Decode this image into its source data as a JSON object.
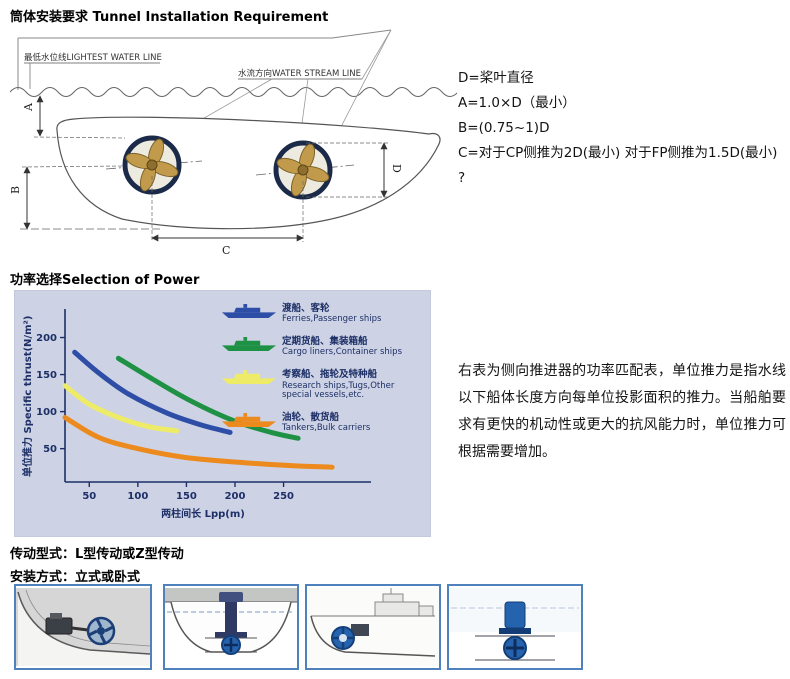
{
  "titles": {
    "tunnel": "筒体安装要求 Tunnel Installation Requirement",
    "power": "功率选择Selection of Power",
    "drive": "传动型式：L型传动或Z型传动",
    "mount": "安装方式：立式或卧式"
  },
  "drawing": {
    "waterline_label": "最低水位线LIGHTEST WATER LINE",
    "stream_label": "水流方向WATER STREAM LINE",
    "dims": {
      "a": "A",
      "b": "B",
      "c": "C",
      "d": "D"
    }
  },
  "notes": {
    "line1": "D=桨叶直径",
    "line2": "A=1.0×D（最小）",
    "line3": "B=(0.75~1)D",
    "line4": "C=对于CP侧推为2D(最小) 对于FP侧推为1.5D(最小)",
    "line5": "?"
  },
  "power_text": "右表为侧向推进器的功率匹配表，单位推力是指水线以下船体长度方向每单位投影面积的推力。当船舶要求有更快的机动性或更大的抗风能力时，单位推力可根据需要增加。",
  "colors": {
    "thumb_border": "#4f81bd"
  },
  "chart_data": {
    "type": "line",
    "title": "",
    "xlabel": "两柱间长 Lpp(m)",
    "ylabel": "单位推力 Specific thrust(N/m²)",
    "x_ticks": [
      50,
      100,
      150,
      200,
      250
    ],
    "y_ticks": [
      50,
      100,
      150,
      200
    ],
    "xlim": [
      25,
      305
    ],
    "ylim": [
      5,
      225
    ],
    "grid": false,
    "legend_position": "top-right",
    "background": "#cdd3e5",
    "series": [
      {
        "name_zh": "渡船、客轮",
        "name_en": "Ferries,Passenger ships",
        "color": "#2e4da6",
        "x": [
          35,
          60,
          90,
          130,
          165,
          195
        ],
        "y": [
          180,
          152,
          124,
          98,
          82,
          72
        ]
      },
      {
        "name_zh": "定期货船、集装箱船",
        "name_en": "Cargo liners,Container ships",
        "color": "#1f9145",
        "x": [
          80,
          115,
          155,
          200,
          240,
          265
        ],
        "y": [
          172,
          144,
          114,
          87,
          71,
          64
        ]
      },
      {
        "name_zh": "考察船、拖轮及特种船",
        "name_en": "Research ships,Tugs,Other special vessels,etc.",
        "color": "#eeeb66",
        "x": [
          25,
          50,
          80,
          110,
          140
        ],
        "y": [
          135,
          110,
          92,
          80,
          74
        ]
      },
      {
        "name_zh": "油轮、散货船",
        "name_en": "Tankers,Bulk carriers",
        "color": "#ec8a1e",
        "x": [
          25,
          60,
          100,
          150,
          210,
          260,
          300
        ],
        "y": [
          92,
          65,
          50,
          38,
          31,
          27,
          25
        ]
      }
    ]
  }
}
